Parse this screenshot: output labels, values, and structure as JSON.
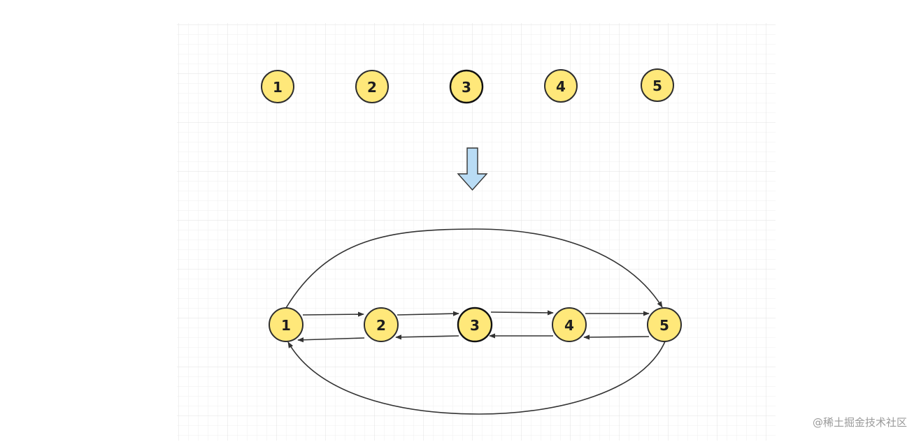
{
  "diagram": {
    "top_nodes": [
      {
        "label": "1"
      },
      {
        "label": "2"
      },
      {
        "label": "3"
      },
      {
        "label": "4"
      },
      {
        "label": "5"
      }
    ],
    "ring_nodes": [
      {
        "label": "1"
      },
      {
        "label": "2"
      },
      {
        "label": "3"
      },
      {
        "label": "4"
      },
      {
        "label": "5"
      }
    ],
    "node_fill": "#ffe87a",
    "node_stroke": "#2e2e2e",
    "arrow_fill": "#b9dcf5",
    "grid_color": "#e9e9e9",
    "connections": [
      {
        "from": "1",
        "to": "2"
      },
      {
        "from": "2",
        "to": "3"
      },
      {
        "from": "3",
        "to": "4"
      },
      {
        "from": "4",
        "to": "5"
      },
      {
        "from": "5",
        "to": "4"
      },
      {
        "from": "4",
        "to": "3"
      },
      {
        "from": "3",
        "to": "2"
      },
      {
        "from": "2",
        "to": "1"
      },
      {
        "from": "1",
        "to": "5"
      },
      {
        "from": "5",
        "to": "1"
      }
    ]
  },
  "watermark": "@稀土掘金技术社区"
}
